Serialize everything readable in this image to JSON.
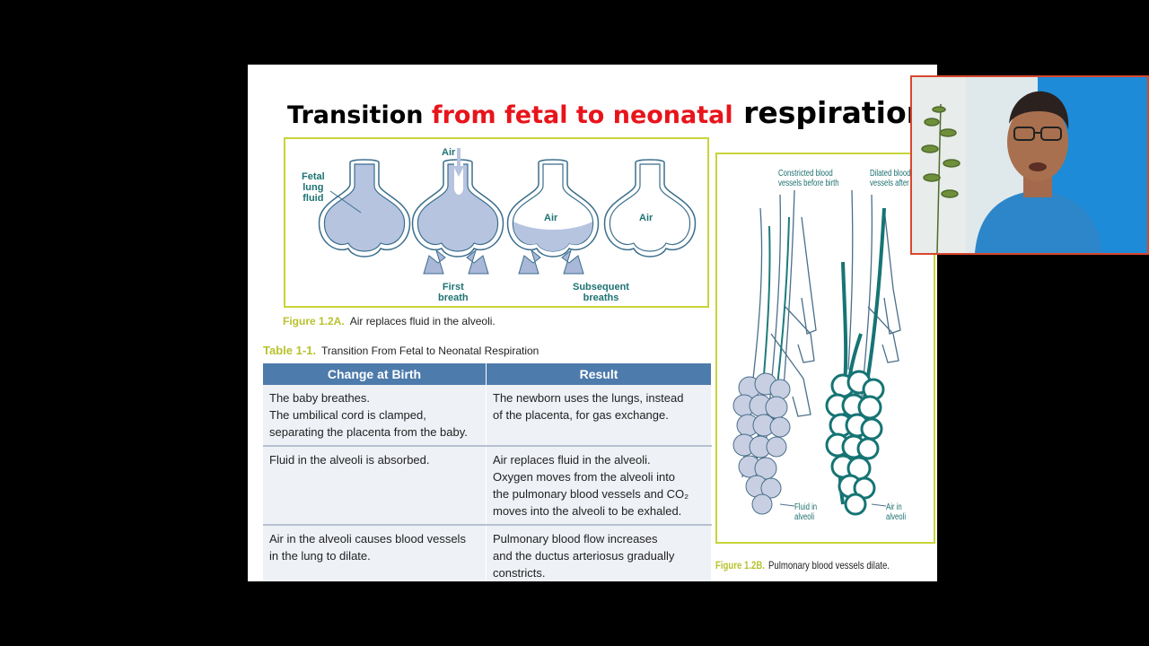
{
  "slide": {
    "title": {
      "part1": "Transition ",
      "part2": "from fetal to neonatal",
      "part3": " respiration"
    },
    "figure_a": {
      "labels": {
        "fetal_lung_fluid": [
          "Fetal",
          "lung",
          "fluid"
        ],
        "air_top": "Air",
        "air_3": "Air",
        "air_4": "Air",
        "first_breath": [
          "First",
          "breath"
        ],
        "subsequent_breaths": [
          "Subsequent",
          "breaths"
        ]
      },
      "caption_number": "Figure 1.2A.",
      "caption_text": "Air replaces fluid in the alveoli."
    },
    "table": {
      "caption_number": "Table 1-1.",
      "caption_text": "Transition From Fetal to Neonatal Respiration",
      "headers": [
        "Change at Birth",
        "Result"
      ],
      "rows": [
        {
          "change": [
            "The baby breathes.",
            "The umbilical cord is clamped,",
            "separating the placenta from the baby."
          ],
          "result": [
            "The newborn uses the lungs, instead",
            "of the placenta, for gas exchange."
          ]
        },
        {
          "change": [
            "Fluid in the alveoli is absorbed."
          ],
          "result": [
            "Air replaces fluid in the alveoli.",
            "Oxygen moves from the alveoli into",
            "the pulmonary blood vessels and CO₂",
            "moves into the alveoli to be exhaled."
          ]
        },
        {
          "change": [
            "Air in the alveoli causes blood vessels",
            "in the lung to dilate."
          ],
          "result": [
            "Pulmonary blood flow increases",
            "and the ductus arteriosus gradually",
            "constricts."
          ]
        }
      ]
    },
    "figure_b": {
      "labels": {
        "constricted": [
          "Constricted blood",
          "vessels before birth"
        ],
        "dilated": [
          "Dilated blood",
          "vessels after bi"
        ],
        "fluid_in_alveoli": [
          "Fluid in",
          "alveoli"
        ],
        "air_in_alveoli": [
          "Air in",
          "alveoli"
        ]
      },
      "caption_number": "Figure 1.2B.",
      "caption_text": "Pulmonary blood vessels dilate."
    }
  },
  "colors": {
    "title_highlight": "#e8141b",
    "figure_border": "#c7d43a",
    "label_teal": "#1e7272",
    "table_header": "#4d7bab",
    "webcam_border": "#d9462f"
  }
}
